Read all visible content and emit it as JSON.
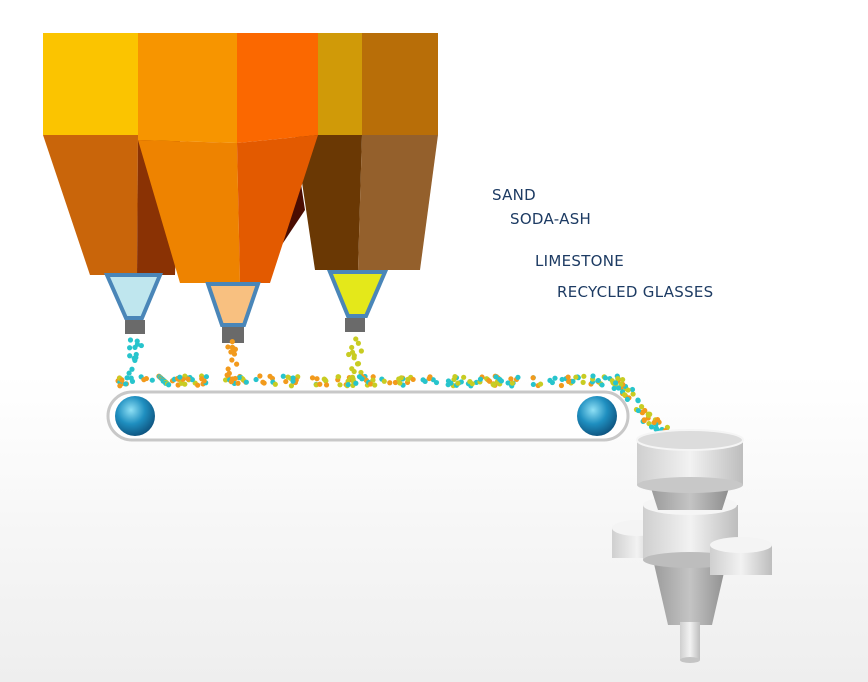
{
  "labels": {
    "sand": "SAND",
    "soda_ash": "SODA-ASH",
    "limestone": "LIMESTONE",
    "recycled_glasses": "RECYCLED GLASSES"
  },
  "colors": {
    "label": "#1d3b63",
    "particle_sand": "#27c4cc",
    "particle_soda": "#f29a1c",
    "particle_lime": "#c8cc22",
    "conveyor_roller": "#1f8fc0"
  }
}
